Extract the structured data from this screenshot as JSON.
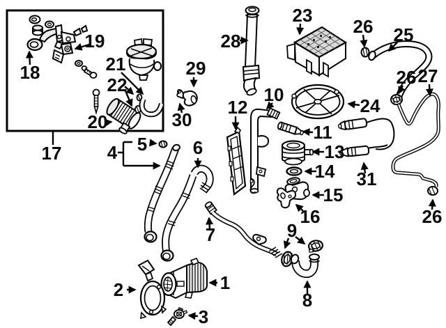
{
  "figure": {
    "kind": "exploded-parts-diagram",
    "background": "#ffffff",
    "line_color": "#000000",
    "shade_color": "#d9d9d9"
  },
  "callouts": {
    "c1": "1",
    "c2": "2",
    "c3": "3",
    "c4": "4",
    "c5": "5",
    "c6": "6",
    "c7": "7",
    "c8": "8",
    "c9": "9",
    "c10": "10",
    "c11": "11",
    "c12": "12",
    "c13": "13",
    "c14": "14",
    "c15": "15",
    "c16": "16",
    "c17": "17",
    "c18": "18",
    "c19": "19",
    "c20": "20",
    "c21": "21",
    "c22": "22",
    "c23": "23",
    "c24": "24",
    "c25": "25",
    "c26a": "26",
    "c26b": "26",
    "c26c": "26",
    "c27": "27",
    "c28": "28",
    "c29": "29",
    "c30": "30",
    "c31": "31"
  }
}
